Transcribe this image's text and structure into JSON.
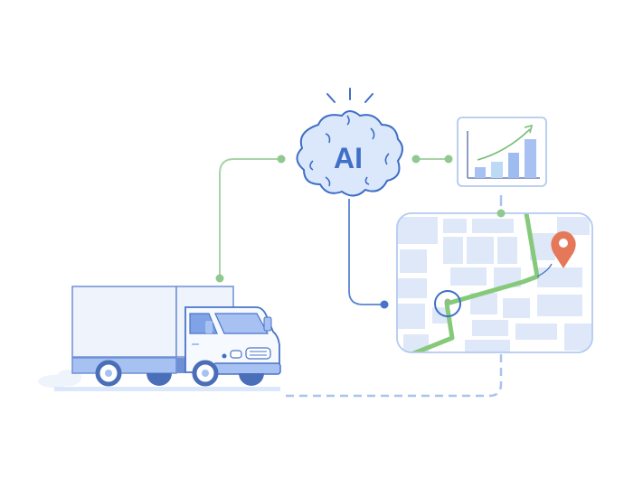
{
  "illustration": {
    "theme": "AI-powered logistics and route optimization",
    "brain": {
      "label": "AI",
      "icon": "brain-cloud-icon"
    },
    "chart_card": {
      "icon": "bar-chart-trend-icon",
      "bars": 4,
      "trend": "upward-arrow"
    },
    "map_card": {
      "icon": "map-route-icon",
      "destination_icon": "location-pin-icon",
      "origin_icon": "route-start-circle-icon"
    },
    "truck": {
      "icon": "delivery-truck-icon"
    },
    "colors": {
      "primary_blue": "#3f6fc6",
      "light_blue_fill": "#dbe7fb",
      "pale_blue": "#eef3fc",
      "connector_green": "#8fc98f",
      "route_green": "#86c97a",
      "pin_orange": "#e6785a",
      "dashed_blue": "#a9c3ee"
    }
  }
}
